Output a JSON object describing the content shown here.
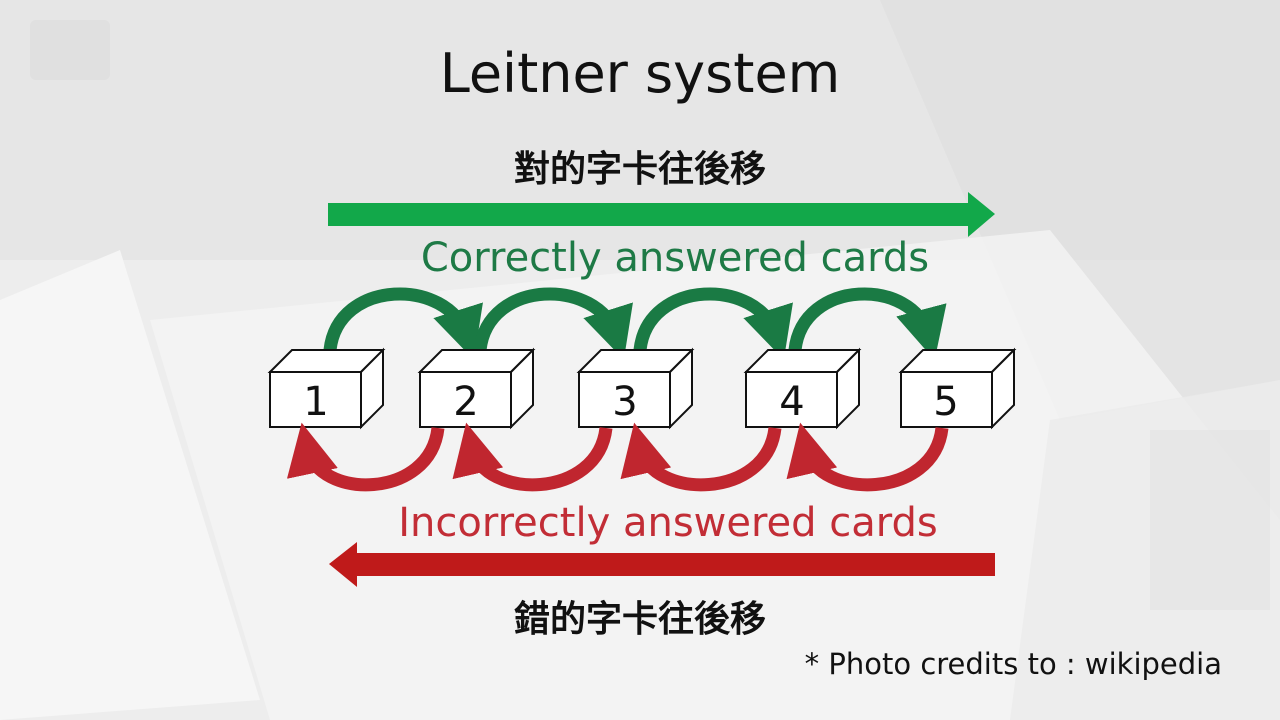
{
  "title": "Leitner system",
  "caption_top": "對的字卡往後移",
  "caption_bottom": "錯的字卡往後移",
  "correct_label": "Correctly answered cards",
  "incorrect_label": "Incorrectly answered cards",
  "boxes": [
    "1",
    "2",
    "3",
    "4",
    "5"
  ],
  "credit": "* Photo credits to : wikipedia",
  "colors": {
    "correct_arrow_bar": "#12a84a",
    "correct_arc": "#1a7a44",
    "correct_text": "#1e7a46",
    "incorrect_arrow_bar": "#bf1a1a",
    "incorrect_arc": "#c0262f",
    "incorrect_text": "#c22d36"
  }
}
